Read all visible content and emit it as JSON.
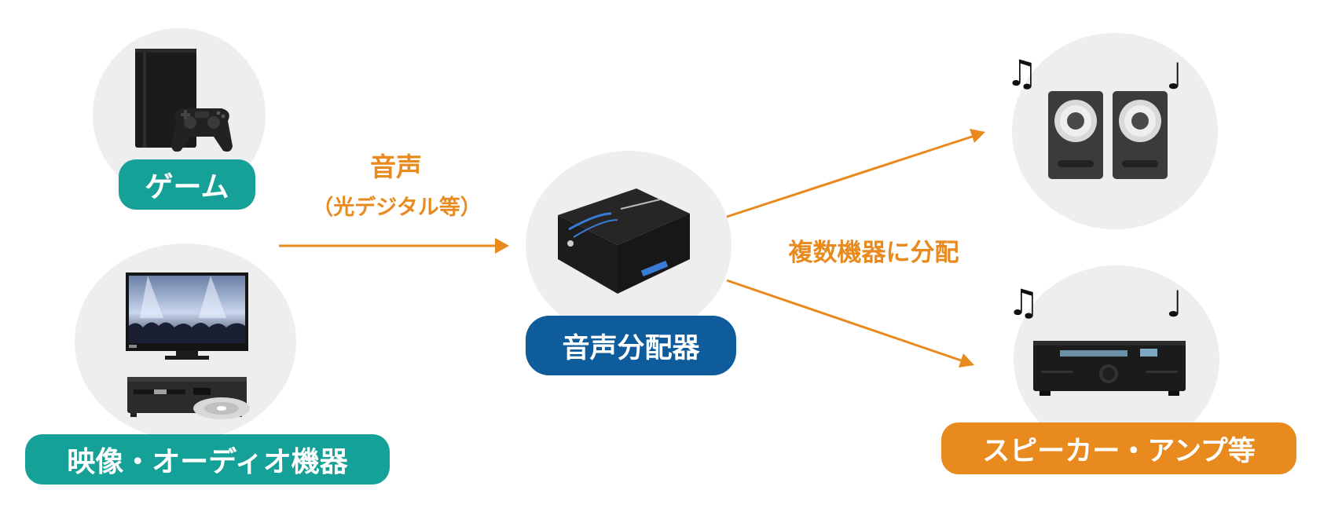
{
  "nodes": {
    "game": {
      "label": "ゲーム"
    },
    "av": {
      "label": "映像・オーディオ機器"
    },
    "splitter": {
      "label": "音声分配器"
    },
    "speaker": {
      "label": "スピーカー・アンプ等"
    }
  },
  "edges": {
    "input": {
      "title": "音声",
      "subtitle": "（光デジタル等）"
    },
    "output": {
      "label": "複数機器に分配"
    }
  },
  "icons": {
    "note_double": "♫",
    "note_single": "♩"
  },
  "colors": {
    "teal": "#15a098",
    "blue": "#0f5c9c",
    "orange": "#e88a1e",
    "circle": "#eeeeee"
  }
}
